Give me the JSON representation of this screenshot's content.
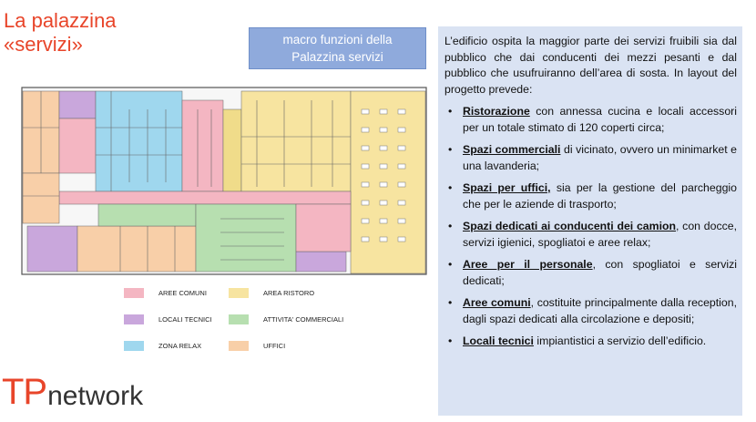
{
  "title": {
    "line1": "La palazzina",
    "line2": "«servizi»"
  },
  "header_box": {
    "line1": "macro funzioni della",
    "line2": "Palazzina servizi"
  },
  "legend": [
    {
      "label": "AREE COMUNI",
      "color": "#f4b6c2"
    },
    {
      "label": "AREA RISTORO",
      "color": "#f7e4a0"
    },
    {
      "label": "LOCALI TECNICI",
      "color": "#c9a7dc"
    },
    {
      "label": "ATTIVITA' COMMERCIALI",
      "color": "#b7dfb0"
    },
    {
      "label": "ZONA RELAX",
      "color": "#9fd7ee"
    },
    {
      "label": "UFFICI",
      "color": "#f8cfa8"
    }
  ],
  "logo": {
    "tp": "TP",
    "network": "network"
  },
  "panel": {
    "intro": "L’edificio ospita la maggior parte dei servizi fruibili sia dal pubblico che dai conducenti dei mezzi pesanti e dal pubblico che usufruiranno dell’area di sosta. In layout del progetto prevede:",
    "bullets": [
      {
        "bold": "Ristorazione",
        "rest": " con annessa cucina e locali accessori per un totale stimato di 120 coperti circa;"
      },
      {
        "bold": "Spazi commerciali",
        "rest": " di vicinato, ovvero un minimarket e una lavanderia;"
      },
      {
        "bold": "Spazi per uffici,",
        "rest": " sia per la gestione del parcheggio che per le aziende di trasporto;"
      },
      {
        "bold": "Spazi dedicati ai conducenti dei camion",
        "rest": ", con docce, servizi igienici, spogliatoi e aree relax;"
      },
      {
        "bold": "Aree per il personale",
        "rest": ", con spogliatoi e servizi dedicati;"
      },
      {
        "bold": "Aree comuni",
        "rest": ", costituite principalmente dalla reception, dagli spazi dedicati alla circolazione e depositi;"
      },
      {
        "bold": "Locali tecnici",
        "rest": " impiantistici a servizio dell’edificio."
      }
    ]
  }
}
